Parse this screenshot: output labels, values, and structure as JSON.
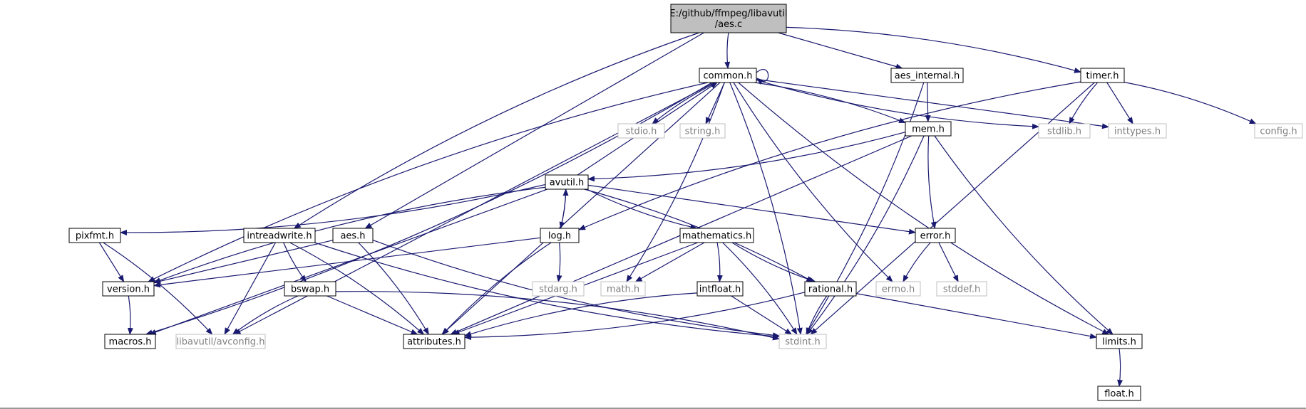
{
  "diagram": {
    "title_file": "E:/github/ffmpeg/libavutil/aes.c",
    "colors": {
      "edge": "#191970",
      "documented_border": "#000000",
      "undocumented_border": "#bfbfbf",
      "root_fill": "#bfbfbf",
      "node_fill": "#ffffff",
      "text_documented": "#000000",
      "text_undocumented": "#808080"
    },
    "nodes": [
      {
        "id": "aes_c",
        "label": "E:/github/ffmpeg/libavutil\n/aes.c",
        "kind": "root"
      },
      {
        "id": "common_h",
        "label": "common.h",
        "kind": "documented"
      },
      {
        "id": "aes_internal_h",
        "label": "aes_internal.h",
        "kind": "documented"
      },
      {
        "id": "timer_h",
        "label": "timer.h",
        "kind": "documented"
      },
      {
        "id": "stdio_h",
        "label": "stdio.h",
        "kind": "undocumented"
      },
      {
        "id": "string_h",
        "label": "string.h",
        "kind": "undocumented"
      },
      {
        "id": "mem_h",
        "label": "mem.h",
        "kind": "documented"
      },
      {
        "id": "stdlib_h",
        "label": "stdlib.h",
        "kind": "undocumented"
      },
      {
        "id": "inttypes_h",
        "label": "inttypes.h",
        "kind": "undocumented"
      },
      {
        "id": "config_h",
        "label": "config.h",
        "kind": "undocumented"
      },
      {
        "id": "avutil_h",
        "label": "avutil.h",
        "kind": "documented"
      },
      {
        "id": "pixfmt_h",
        "label": "pixfmt.h",
        "kind": "documented"
      },
      {
        "id": "intreadwrite_h",
        "label": "intreadwrite.h",
        "kind": "documented"
      },
      {
        "id": "aes_h",
        "label": "aes.h",
        "kind": "documented"
      },
      {
        "id": "log_h",
        "label": "log.h",
        "kind": "documented"
      },
      {
        "id": "mathematics_h",
        "label": "mathematics.h",
        "kind": "documented"
      },
      {
        "id": "error_h",
        "label": "error.h",
        "kind": "documented"
      },
      {
        "id": "version_h",
        "label": "version.h",
        "kind": "documented"
      },
      {
        "id": "bswap_h",
        "label": "bswap.h",
        "kind": "documented"
      },
      {
        "id": "stdarg_h",
        "label": "stdarg.h",
        "kind": "undocumented"
      },
      {
        "id": "math_h",
        "label": "math.h",
        "kind": "undocumented"
      },
      {
        "id": "intfloat_h",
        "label": "intfloat.h",
        "kind": "documented"
      },
      {
        "id": "rational_h",
        "label": "rational.h",
        "kind": "documented"
      },
      {
        "id": "errno_h",
        "label": "errno.h",
        "kind": "undocumented"
      },
      {
        "id": "stddef_h",
        "label": "stddef.h",
        "kind": "undocumented"
      },
      {
        "id": "macros_h",
        "label": "macros.h",
        "kind": "documented"
      },
      {
        "id": "avconfig_h",
        "label": "libavutil/avconfig.h",
        "kind": "undocumented"
      },
      {
        "id": "attributes_h",
        "label": "attributes.h",
        "kind": "documented"
      },
      {
        "id": "stdint_h",
        "label": "stdint.h",
        "kind": "undocumented"
      },
      {
        "id": "limits_h",
        "label": "limits.h",
        "kind": "documented"
      },
      {
        "id": "float_h",
        "label": "float.h",
        "kind": "documented"
      }
    ],
    "edges": [
      [
        "aes_c",
        "common_h"
      ],
      [
        "aes_c",
        "aes_internal_h"
      ],
      [
        "aes_c",
        "timer_h"
      ],
      [
        "aes_c",
        "intreadwrite_h"
      ],
      [
        "aes_c",
        "aes_h"
      ],
      [
        "common_h",
        "common_h"
      ],
      [
        "common_h",
        "stdio_h"
      ],
      [
        "common_h",
        "string_h"
      ],
      [
        "common_h",
        "mem_h"
      ],
      [
        "common_h",
        "stdlib_h"
      ],
      [
        "common_h",
        "inttypes_h"
      ],
      [
        "common_h",
        "math_h"
      ],
      [
        "common_h",
        "errno_h"
      ],
      [
        "common_h",
        "attributes_h"
      ],
      [
        "common_h",
        "macros_h"
      ],
      [
        "common_h",
        "version_h"
      ],
      [
        "common_h",
        "avconfig_h"
      ],
      [
        "common_h",
        "stdint_h"
      ],
      [
        "common_h",
        "limits_h"
      ],
      [
        "aes_internal_h",
        "mem_h"
      ],
      [
        "aes_internal_h",
        "stdint_h"
      ],
      [
        "timer_h",
        "stdlib_h"
      ],
      [
        "timer_h",
        "inttypes_h"
      ],
      [
        "timer_h",
        "config_h"
      ],
      [
        "timer_h",
        "log_h"
      ],
      [
        "timer_h",
        "stdint_h"
      ],
      [
        "mem_h",
        "avutil_h"
      ],
      [
        "mem_h",
        "error_h"
      ],
      [
        "mem_h",
        "attributes_h"
      ],
      [
        "mem_h",
        "stdint_h"
      ],
      [
        "mem_h",
        "limits_h"
      ],
      [
        "avutil_h",
        "common_h"
      ],
      [
        "avutil_h",
        "pixfmt_h"
      ],
      [
        "avutil_h",
        "version_h"
      ],
      [
        "avutil_h",
        "macros_h"
      ],
      [
        "avutil_h",
        "log_h"
      ],
      [
        "avutil_h",
        "mathematics_h"
      ],
      [
        "avutil_h",
        "error_h"
      ],
      [
        "avutil_h",
        "rational_h"
      ],
      [
        "log_h",
        "avutil_h"
      ],
      [
        "log_h",
        "version_h"
      ],
      [
        "log_h",
        "stdarg_h"
      ],
      [
        "log_h",
        "attributes_h"
      ],
      [
        "pixfmt_h",
        "version_h"
      ],
      [
        "pixfmt_h",
        "avconfig_h"
      ],
      [
        "intreadwrite_h",
        "bswap_h"
      ],
      [
        "intreadwrite_h",
        "avconfig_h"
      ],
      [
        "intreadwrite_h",
        "attributes_h"
      ],
      [
        "intreadwrite_h",
        "stdint_h"
      ],
      [
        "aes_h",
        "version_h"
      ],
      [
        "aes_h",
        "attributes_h"
      ],
      [
        "aes_h",
        "stdint_h"
      ],
      [
        "mathematics_h",
        "math_h"
      ],
      [
        "mathematics_h",
        "intfloat_h"
      ],
      [
        "mathematics_h",
        "rational_h"
      ],
      [
        "mathematics_h",
        "attributes_h"
      ],
      [
        "mathematics_h",
        "stdint_h"
      ],
      [
        "error_h",
        "errno_h"
      ],
      [
        "error_h",
        "stddef_h"
      ],
      [
        "version_h",
        "macros_h"
      ],
      [
        "bswap_h",
        "avconfig_h"
      ],
      [
        "bswap_h",
        "attributes_h"
      ],
      [
        "bswap_h",
        "stdint_h"
      ],
      [
        "intfloat_h",
        "attributes_h"
      ],
      [
        "intfloat_h",
        "stdint_h"
      ],
      [
        "rational_h",
        "attributes_h"
      ],
      [
        "rational_h",
        "stdint_h"
      ],
      [
        "rational_h",
        "limits_h"
      ],
      [
        "limits_h",
        "float_h"
      ]
    ]
  }
}
